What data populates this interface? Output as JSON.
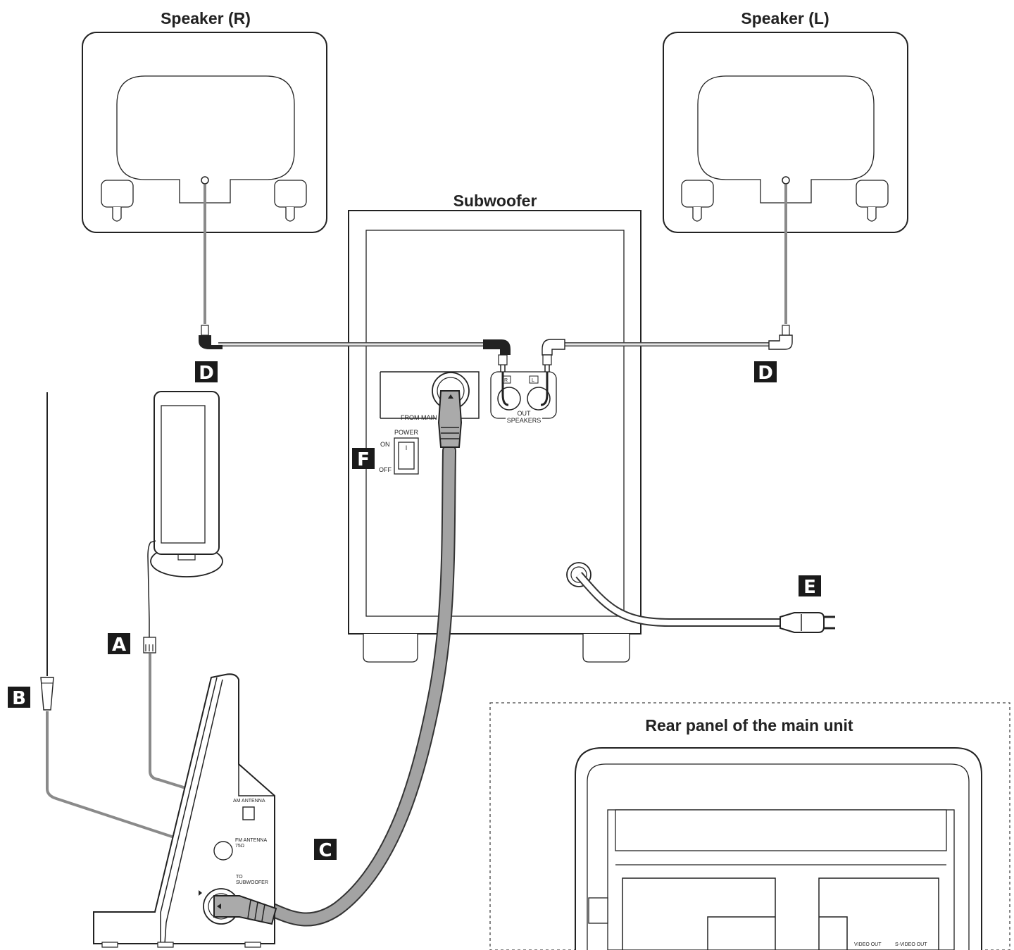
{
  "labels": {
    "speaker_r": "Speaker (R)",
    "speaker_l": "Speaker (L)",
    "subwoofer": "Subwoofer",
    "rear_panel": "Rear panel of the main unit"
  },
  "badges": {
    "A": "A",
    "B": "B",
    "C": "C",
    "D_left": "D",
    "D_right": "D",
    "E": "E",
    "F": "F"
  },
  "subwoofer_panel": {
    "from_main": "FROM MAIN",
    "power": "POWER",
    "on": "ON",
    "off": "OFF",
    "switch_mark": "I",
    "jack_r": "R",
    "jack_l": "L",
    "out": "OUT",
    "speakers": "SPEAKERS"
  },
  "main_unit_side": {
    "am_antenna": "AM ANTENNA",
    "fm_antenna_line1": "FM ANTENNA",
    "fm_antenna_line2": "75Ω",
    "to_subwoofer_line1": "TO",
    "to_subwoofer_line2": "SUBWOOFER"
  },
  "rear_panel_labels": {
    "video_out": "VIDEO OUT",
    "s_video_out": "S-VIDEO OUT"
  },
  "colors": {
    "badge_bg": "#1a1a1a",
    "cable_grey": "#8a8a8a",
    "outline": "#222222"
  }
}
